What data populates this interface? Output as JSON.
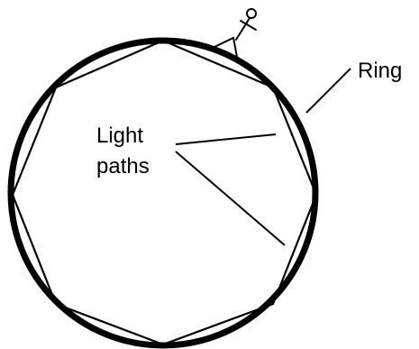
{
  "diagram": {
    "labels": {
      "ring": "Ring",
      "light_paths_line1": "Light",
      "light_paths_line2": "paths"
    },
    "colors": {
      "stroke": "#000000",
      "background": "#ffffff"
    },
    "icons": [
      "observer-figure-icon"
    ]
  }
}
